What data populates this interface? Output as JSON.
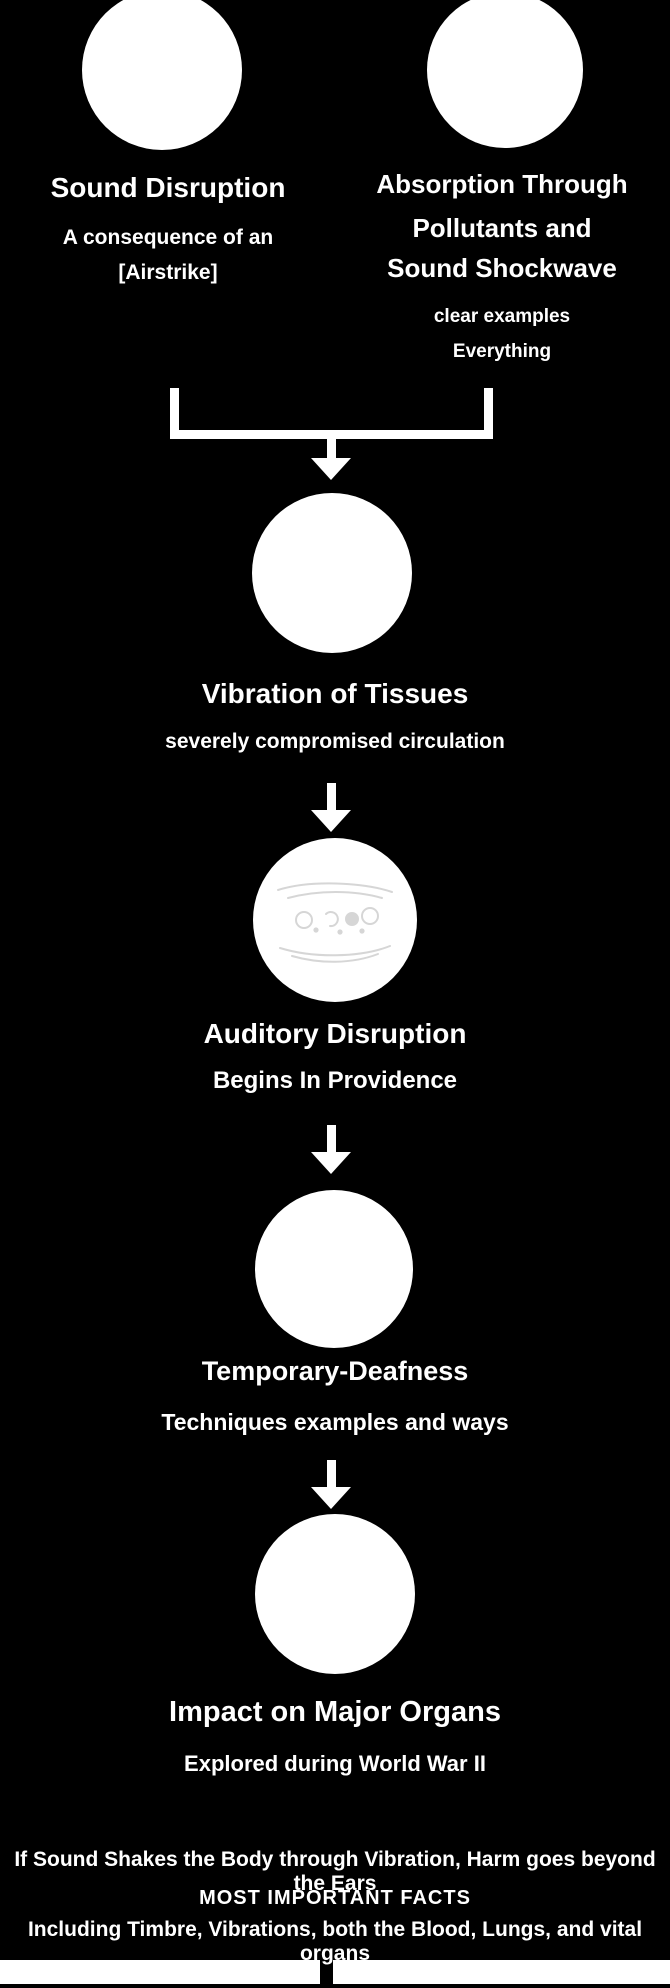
{
  "diagram": {
    "background": "#000000",
    "foreground": "#ffffff",
    "doodle_color": "#9e9e9e",
    "top_left": {
      "icon": "circle-icon",
      "heading": "Sound Disruption",
      "sub1": "A consequence of an",
      "sub2": "[Airstrike]"
    },
    "top_right": {
      "icon": "circle-icon",
      "heading_line1": "Absorption Through",
      "heading_line2": "Pollutants and",
      "heading_line3": "Sound Shockwave",
      "sub1": "clear examples",
      "sub2": "Everything"
    },
    "step3": {
      "icon": "circle-icon",
      "heading": "Vibration of Tissues",
      "sub": "severely compromised circulation"
    },
    "step4": {
      "icon": "dizzy-face-icon",
      "heading": "Auditory Disruption",
      "sub": "Begins In Providence"
    },
    "step5": {
      "icon": "circle-icon",
      "heading": "Temporary-Deafness",
      "sub": "Techniques examples and ways"
    },
    "step6": {
      "icon": "circle-icon",
      "heading": "Impact on Major Organs",
      "sub": "Explored during World War II"
    },
    "footer": {
      "line1": "If Sound Shakes the Body through Vibration, Harm goes beyond the Ears",
      "line2": "MOST IMPORTANT FACTS",
      "line3": "Including Timbre, Vibrations, both the Blood, Lungs, and vital organs"
    }
  }
}
